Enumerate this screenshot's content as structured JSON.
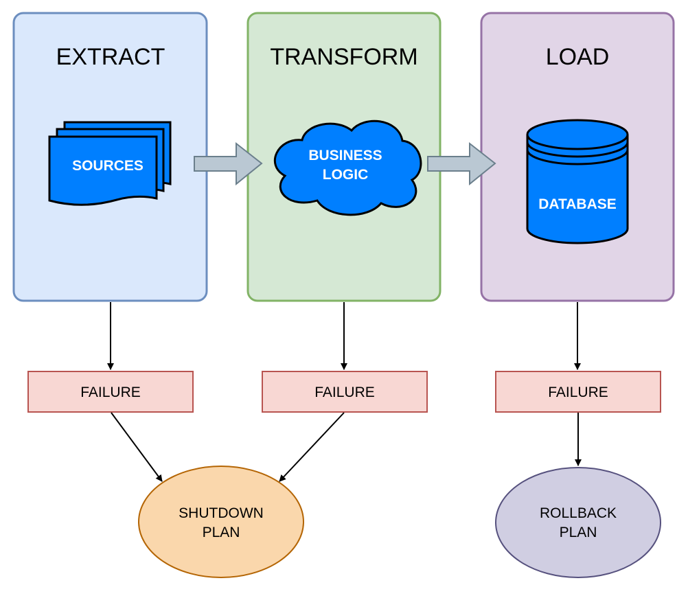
{
  "stages": [
    {
      "title": "EXTRACT",
      "icon_name": "documents-icon",
      "icon_label": "SOURCES",
      "fill": "#dae8fc",
      "stroke": "#6c8ebf"
    },
    {
      "title": "TRANSFORM",
      "icon_name": "cloud-icon",
      "icon_label_lines": [
        "BUSINESS",
        "LOGIC"
      ],
      "fill": "#d5e8d4",
      "stroke": "#82b366"
    },
    {
      "title": "LOAD",
      "icon_name": "database-icon",
      "icon_label": "DATABASE",
      "fill": "#e1d5e7",
      "stroke": "#9673a6"
    }
  ],
  "failures": [
    {
      "label": "FAILURE"
    },
    {
      "label": "FAILURE"
    },
    {
      "label": "FAILURE"
    }
  ],
  "plans": [
    {
      "lines": [
        "SHUTDOWN",
        "PLAN"
      ],
      "fill": "#fad7ac",
      "stroke": "#b46504"
    },
    {
      "lines": [
        "ROLLBACK",
        "PLAN"
      ],
      "fill": "#d0cee2",
      "stroke": "#56517e"
    }
  ],
  "colors": {
    "icon_fill": "#007fff",
    "icon_stroke": "#000000",
    "failure_fill": "#f8d7d3",
    "failure_stroke": "#b85450",
    "block_arrow_fill": "#bac8d3",
    "block_arrow_stroke": "#6b7f8c"
  }
}
